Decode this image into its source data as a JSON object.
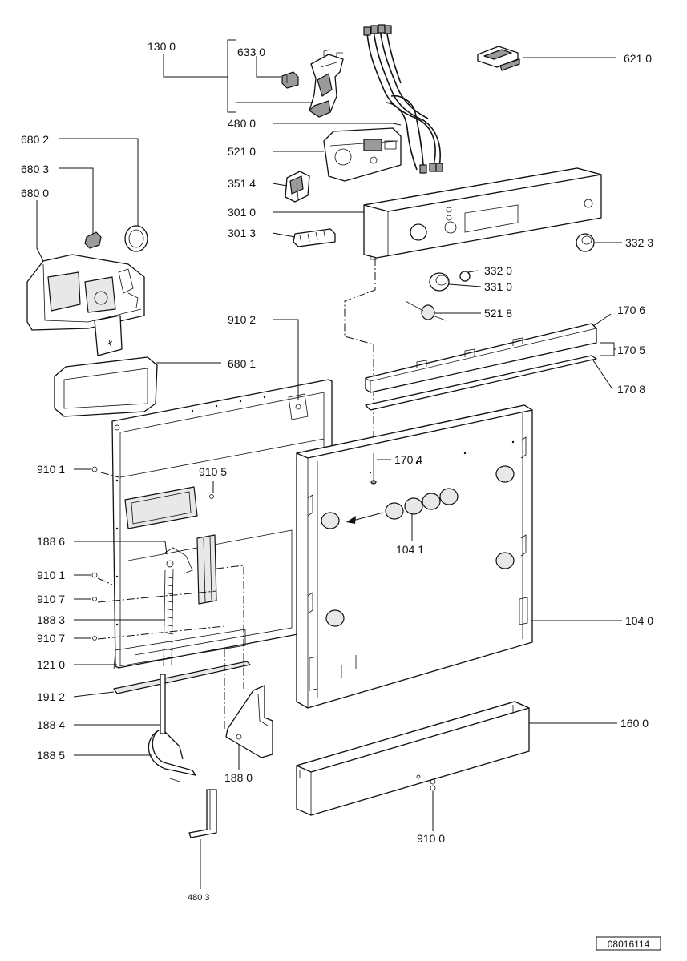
{
  "diagram": {
    "reference_number": "08016114",
    "labels": {
      "l1300": "130 0",
      "l6330": "633 0",
      "l4800": "480 0",
      "l6210": "621 0",
      "l6802": "680 2",
      "l6803": "680 3",
      "l6800": "680 0",
      "l5210": "521 0",
      "l3514": "351 4",
      "l3010": "301 0",
      "l3013": "301 3",
      "l3323": "332 3",
      "l3320": "332 0",
      "l3310": "331 0",
      "l5218": "521 8",
      "l9102": "910 2",
      "l1706": "170 6",
      "l1705": "170 5",
      "l1708": "170 8",
      "l6801": "680 1",
      "l9101a": "910 1",
      "l9105": "910 5",
      "l1704": "170 4",
      "l1886": "188 6",
      "l9101b": "910 1",
      "l9107a": "910 7",
      "l1883": "188 3",
      "l9107b": "910 7",
      "l1210": "121 0",
      "l1041": "104 1",
      "l1040": "104 0",
      "l1912": "191 2",
      "l1884": "188 4",
      "l1885": "188 5",
      "l1880": "188 0",
      "l1600": "160 0",
      "l9100": "910 0",
      "l4803": "480 3"
    }
  }
}
